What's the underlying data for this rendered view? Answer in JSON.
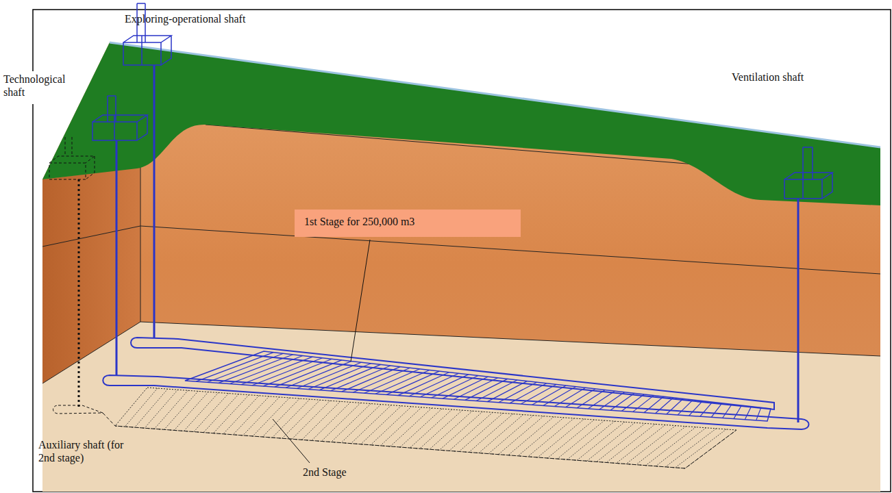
{
  "diagram": {
    "nodes": [
      {
        "text": [
          "1st Stage for 250,000 m3"
        ]
      }
    ],
    "labels": [
      "Exploring-operational shaft",
      "Technological shaft",
      "Ventilation shaft",
      "Auxiliary shaft (for 2nd stage)",
      "2nd Stage"
    ]
  }
}
